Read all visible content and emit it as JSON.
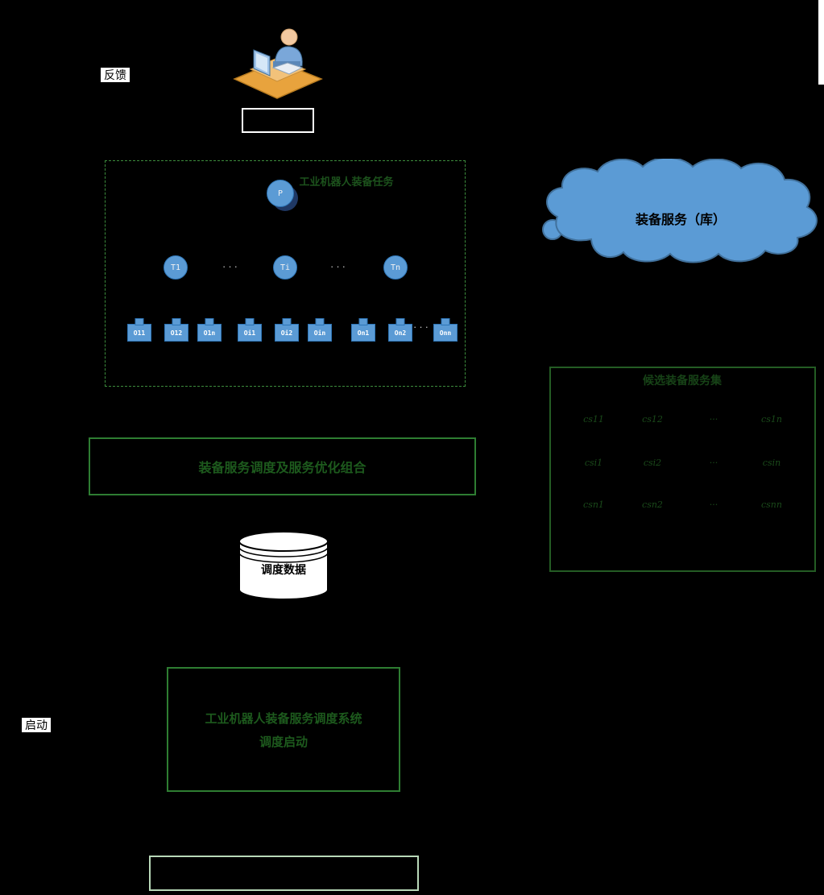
{
  "colors": {
    "background": "#000000",
    "node_blue": "#5b9bd5",
    "node_border": "#2e75b6",
    "shadow_navy": "#1f3864",
    "green_border": "#2e7d32",
    "dark_green_text": "#1d5a1d"
  },
  "labels": {
    "feedback": "反馈",
    "start": "启动"
  },
  "task_panel": {
    "title": "工业机器人装备任务",
    "root_label": "P",
    "tasks": [
      "T1",
      "Ti",
      "Tn"
    ],
    "ellipsis": "···",
    "operations": [
      "O11",
      "O12",
      "O1n",
      "Oi1",
      "Oi2",
      "Oin",
      "On1",
      "On2",
      "Onn"
    ],
    "op_ellipsis": "···"
  },
  "cloud": {
    "label": "装备服务（库）"
  },
  "candidate_panel": {
    "title": "候选装备服务集",
    "rows": [
      [
        "cs11",
        "cs12",
        "···",
        "cs1n"
      ],
      [
        "csi1",
        "csi2",
        "···",
        "csin"
      ],
      [
        "csn1",
        "csn2",
        "···",
        "csnn"
      ]
    ]
  },
  "scheduler_box": {
    "label": "装备服务调度及服务优化组合"
  },
  "database": {
    "label": "调度数据"
  },
  "system_box": {
    "line1": "工业机器人装备服务调度系统",
    "line2": "调度启动"
  }
}
